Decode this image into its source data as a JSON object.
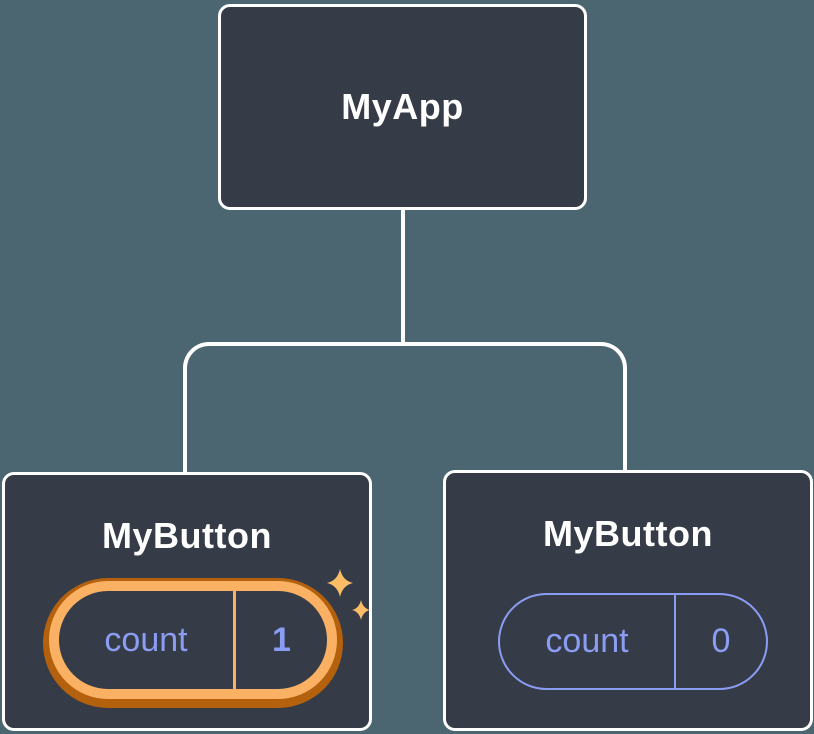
{
  "diagram": {
    "description": "React component tree with state",
    "root": {
      "label": "MyApp"
    },
    "children": [
      {
        "label": "MyButton",
        "state": {
          "key": "count",
          "value": "1"
        },
        "highlighted": true
      },
      {
        "label": "MyButton",
        "state": {
          "key": "count",
          "value": "0"
        },
        "highlighted": false
      }
    ]
  },
  "icons": {
    "sparkle": "sparkle-icon"
  },
  "colors": {
    "background": "#4B6571",
    "node_fill": "#353B47",
    "node_border": "#FFFFFF",
    "title_color": "#FFFFFF",
    "purple": "#8B9DF3",
    "orange_light": "#FBB164",
    "orange_dark": "#B4610E",
    "sparkle": "#FBBD66"
  }
}
